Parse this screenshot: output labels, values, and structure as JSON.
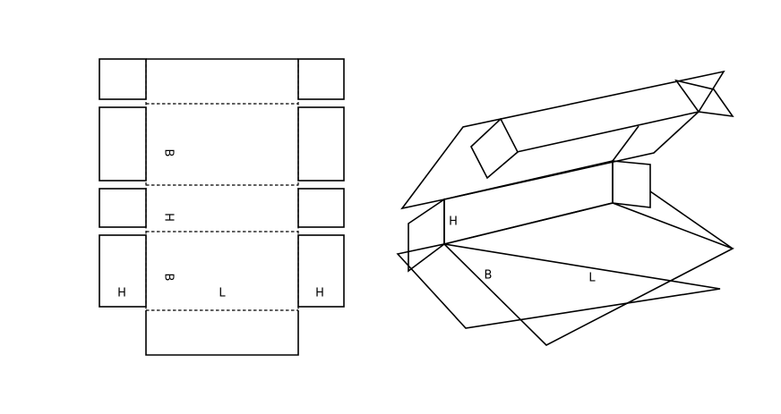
{
  "flat_net": {
    "labels": {
      "b_top": "B",
      "h_mid": "H",
      "b_bottom": "B",
      "l_center": "L",
      "h_left": "H",
      "h_right": "H"
    }
  },
  "folded_box": {
    "labels": {
      "h": "H",
      "b": "B",
      "l": "L"
    }
  }
}
